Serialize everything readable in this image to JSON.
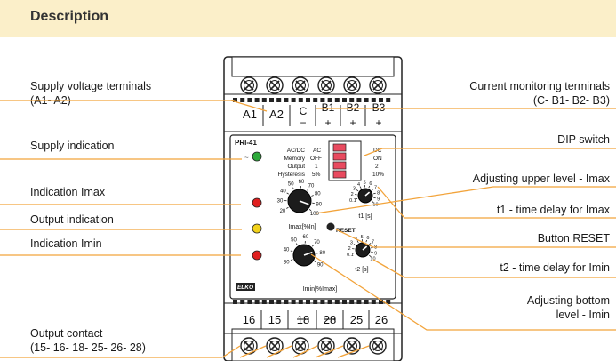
{
  "header": {
    "title": "Description"
  },
  "labels": {
    "left": [
      {
        "id": "supply-voltage-terminals",
        "line1": "Supply voltage terminals",
        "line2": "(A1- A2)"
      },
      {
        "id": "supply-indication",
        "line1": "Supply indication"
      },
      {
        "id": "indication-imax",
        "line1": "Indication Imax"
      },
      {
        "id": "output-indication",
        "line1": "Output indication"
      },
      {
        "id": "indication-imin",
        "line1": "Indication Imin"
      },
      {
        "id": "output-contact",
        "line1": "Output contact",
        "line2": "(15- 16- 18- 25- 26- 28)"
      }
    ],
    "right": [
      {
        "id": "current-monitoring-terminals",
        "line1": "Current monitoring terminals",
        "line2": "(C- B1- B2- B3)"
      },
      {
        "id": "dip-switch",
        "line1": "DIP switch"
      },
      {
        "id": "adjusting-upper-level",
        "line1": "Adjusting upper level - Imax"
      },
      {
        "id": "t1-time-delay",
        "line1": "t1 - time delay for Imax"
      },
      {
        "id": "button-reset",
        "line1": "Button RESET"
      },
      {
        "id": "t2-time-delay",
        "line1": "t2 - time delay for Imin"
      },
      {
        "id": "adjusting-bottom-level",
        "line1": "Adjusting bottom",
        "line2": "level - Imin"
      }
    ]
  },
  "device": {
    "model": "PRI-41",
    "brand": "ELKO",
    "top_terminals": [
      "A1",
      "A2",
      "C",
      "B1",
      "B2",
      "B3"
    ],
    "top_terminal_signs": [
      "",
      "",
      "−",
      "+",
      "+",
      "+"
    ],
    "bottom_terminals": [
      "16",
      "15",
      "18",
      "28",
      "25",
      "26"
    ],
    "dip": {
      "left": [
        "AC/DC",
        "Memory",
        "Output",
        "Hysteresis"
      ],
      "mid": [
        "AC",
        "OFF",
        "1",
        "5%"
      ],
      "right": [
        "DC",
        "ON",
        "2",
        "10%"
      ]
    },
    "imax_knob": {
      "label": "Imax[%In]",
      "ticks": [
        "20",
        "30",
        "40",
        "50",
        "60",
        "70",
        "80",
        "90",
        "100"
      ]
    },
    "imin_knob": {
      "label": "Imin[%Imax]",
      "ticks": [
        "30",
        "40",
        "50",
        "60",
        "70",
        "80",
        "90"
      ]
    },
    "t1_knob": {
      "label": "t1 [s]",
      "ticks": [
        "0.1",
        "2",
        "3",
        "4",
        "5",
        "6",
        "7",
        "8",
        "9",
        "10"
      ]
    },
    "t2_knob": {
      "label": "t2 [s]",
      "ticks": [
        "0.1",
        "2",
        "3",
        "4",
        "5",
        "6",
        "7",
        "8",
        "9",
        "10"
      ]
    },
    "reset_label": "RESET",
    "led_colors": {
      "supply": "#2eaa3c",
      "imax": "#e02020",
      "output": "#f2d21b",
      "imin": "#e02020"
    }
  },
  "colors": {
    "accent": "#f2a33a",
    "header_bg": "#fbefc9"
  }
}
